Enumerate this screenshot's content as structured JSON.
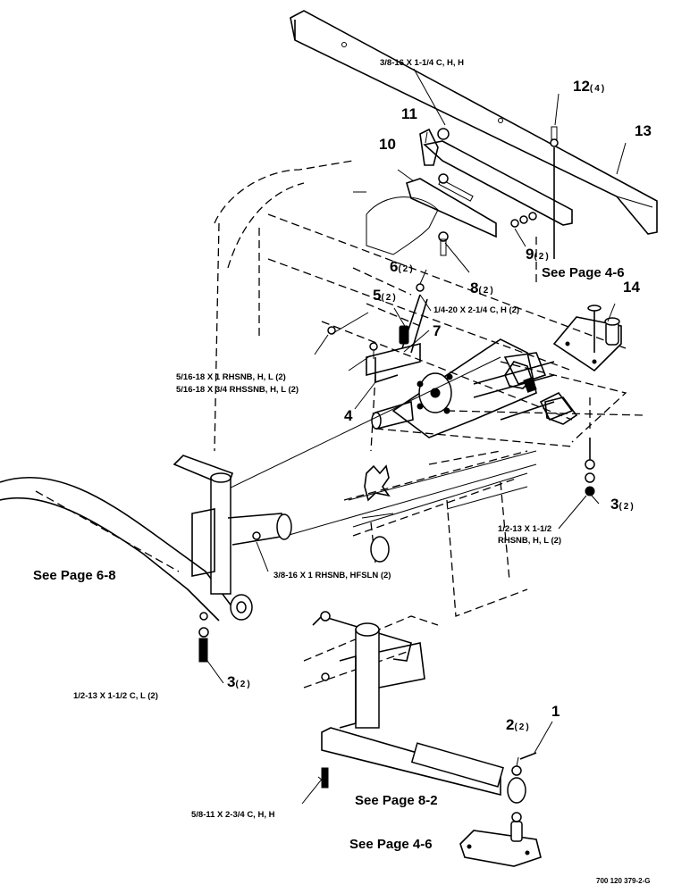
{
  "diagram": {
    "callouts": [
      {
        "id": "c1",
        "num": "1",
        "qty": ""
      },
      {
        "id": "c2",
        "num": "2",
        "qty": "(2)"
      },
      {
        "id": "c3a",
        "num": "3",
        "qty": "(2)"
      },
      {
        "id": "c3b",
        "num": "3",
        "qty": "(2)"
      },
      {
        "id": "c4",
        "num": "4",
        "qty": ""
      },
      {
        "id": "c5",
        "num": "5",
        "qty": "(2)"
      },
      {
        "id": "c6",
        "num": "6",
        "qty": "(2)"
      },
      {
        "id": "c7",
        "num": "7",
        "qty": ""
      },
      {
        "id": "c8",
        "num": "8",
        "qty": "(2)"
      },
      {
        "id": "c9",
        "num": "9",
        "qty": "(2)"
      },
      {
        "id": "c10",
        "num": "10",
        "qty": ""
      },
      {
        "id": "c11",
        "num": "11",
        "qty": ""
      },
      {
        "id": "c12",
        "num": "12",
        "qty": "(4)"
      },
      {
        "id": "c13",
        "num": "13",
        "qty": ""
      },
      {
        "id": "c14",
        "num": "14",
        "qty": ""
      }
    ],
    "hardware": [
      {
        "id": "h1",
        "text": "3/8-16 X 1-1/4 C, H, H"
      },
      {
        "id": "h2",
        "text": "1/4-20 X 2-1/4 C, H (2)"
      },
      {
        "id": "h3",
        "text": "5/16-18 X 1 RHSNB, H, L (2)"
      },
      {
        "id": "h4",
        "text": "5/16-18 X 3/4 RHSSNB, H, L (2)"
      },
      {
        "id": "h5a",
        "text": "1/2-13 X 1-1/2"
      },
      {
        "id": "h5b",
        "text": "RHSNB, H, L (2)"
      },
      {
        "id": "h6",
        "text": "3/8-16 X 1 RHSNB, HFSLN (2)"
      },
      {
        "id": "h7",
        "text": "1/2-13 X 1-1/2 C, L (2)"
      },
      {
        "id": "h8",
        "text": "5/8-11 X 2-3/4 C, H, H"
      }
    ],
    "page_refs": [
      {
        "id": "r1",
        "text": "See Page 4-6"
      },
      {
        "id": "r2",
        "text": "See Page 6-8"
      },
      {
        "id": "r3",
        "text": "See Page 8-2"
      },
      {
        "id": "r4",
        "text": "See Page 4-6"
      }
    ],
    "drawing_code": "700 120 379-2-G"
  }
}
